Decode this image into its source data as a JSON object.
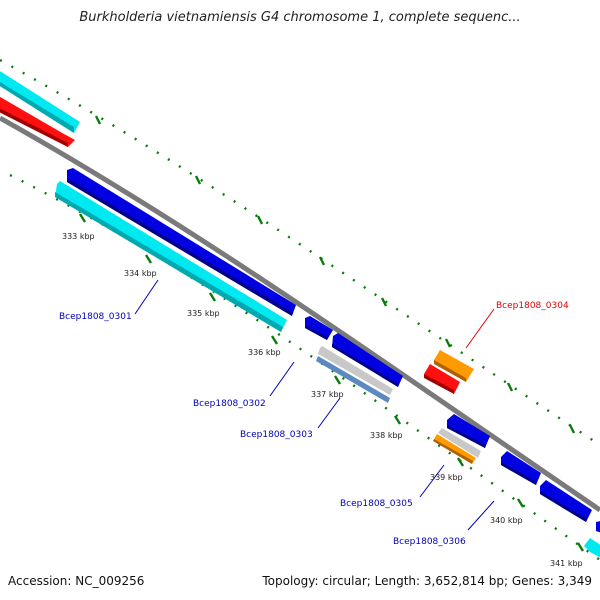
{
  "title": "Burkholderia vietnamiensis G4 chromosome 1, complete sequenc...",
  "footer": {
    "accession": "Accession: NC_009256",
    "summary": "Topology: circular; Length: 3,652,814 bp; Genes: 3,349"
  },
  "ticks": [
    "333 kbp",
    "334 kbp",
    "335 kbp",
    "336 kbp",
    "337 kbp",
    "338 kbp",
    "339 kbp",
    "340 kbp",
    "341 kbp"
  ],
  "genes": [
    {
      "label": "Bcep1808_0301",
      "color": "#0000b4"
    },
    {
      "label": "Bcep1808_0302",
      "color": "#0000b4"
    },
    {
      "label": "Bcep1808_0303",
      "color": "#0000b4"
    },
    {
      "label": "Bcep1808_0304",
      "color": "#e00000"
    },
    {
      "label": "Bcep1808_0305",
      "color": "#0000b4"
    },
    {
      "label": "Bcep1808_0306",
      "color": "#0000b4"
    }
  ],
  "colors": {
    "cds_blue": "#0000e0",
    "cyan": "#00e8f0",
    "red": "#ff1010",
    "orange": "#ff9a00",
    "gray_track": "#7a7a7a",
    "tick_green": "#0a7a0a",
    "steel": "#5a8ac0",
    "silver": "#c8c8c8"
  }
}
